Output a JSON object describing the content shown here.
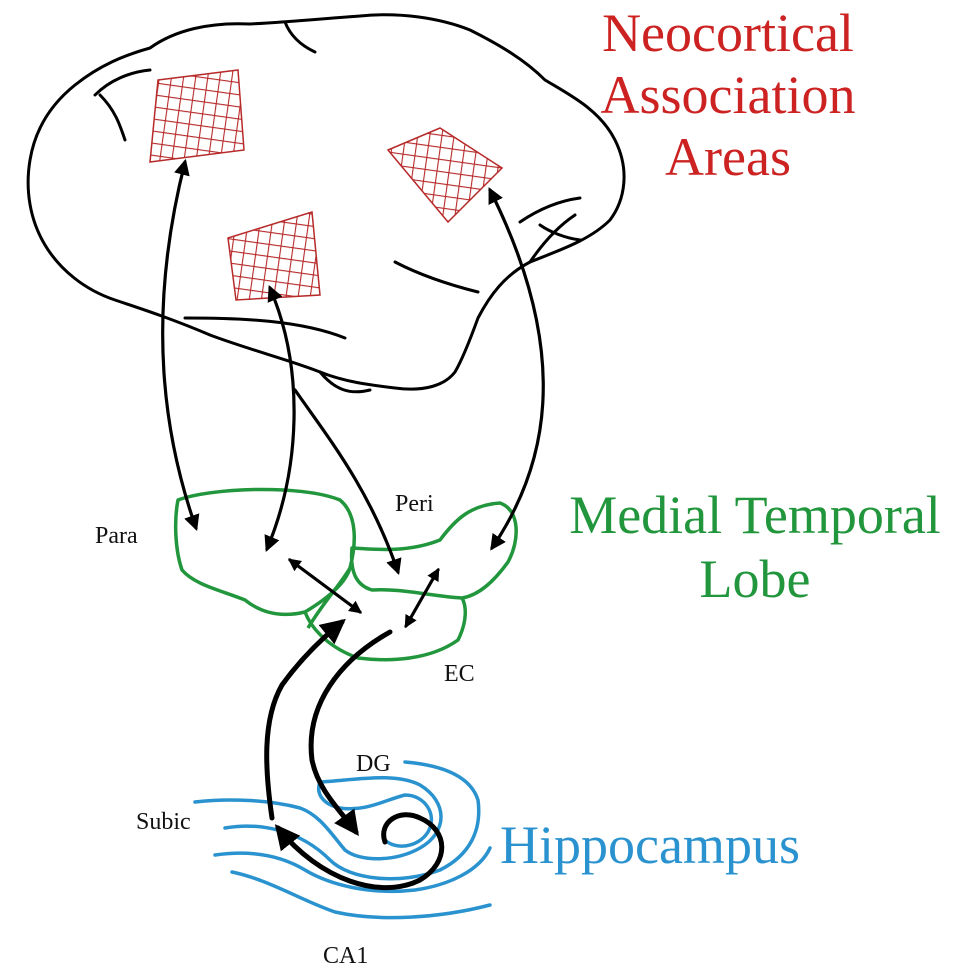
{
  "colors": {
    "neocortex": "#cc2222",
    "mtl": "#22963c",
    "hippocampus": "#2a93cf",
    "ink": "#000000"
  },
  "labels": {
    "neocortical_line1": "Neocortical",
    "neocortical_line2": "Association",
    "neocortical_line3": "Areas",
    "mtl_line1": "Medial Temporal",
    "mtl_line2": "Lobe",
    "hippocampus": "Hippocampus",
    "para": "Para",
    "peri": "Peri",
    "ec": "EC",
    "dg": "DG",
    "subic": "Subic",
    "ca1": "CA1"
  }
}
